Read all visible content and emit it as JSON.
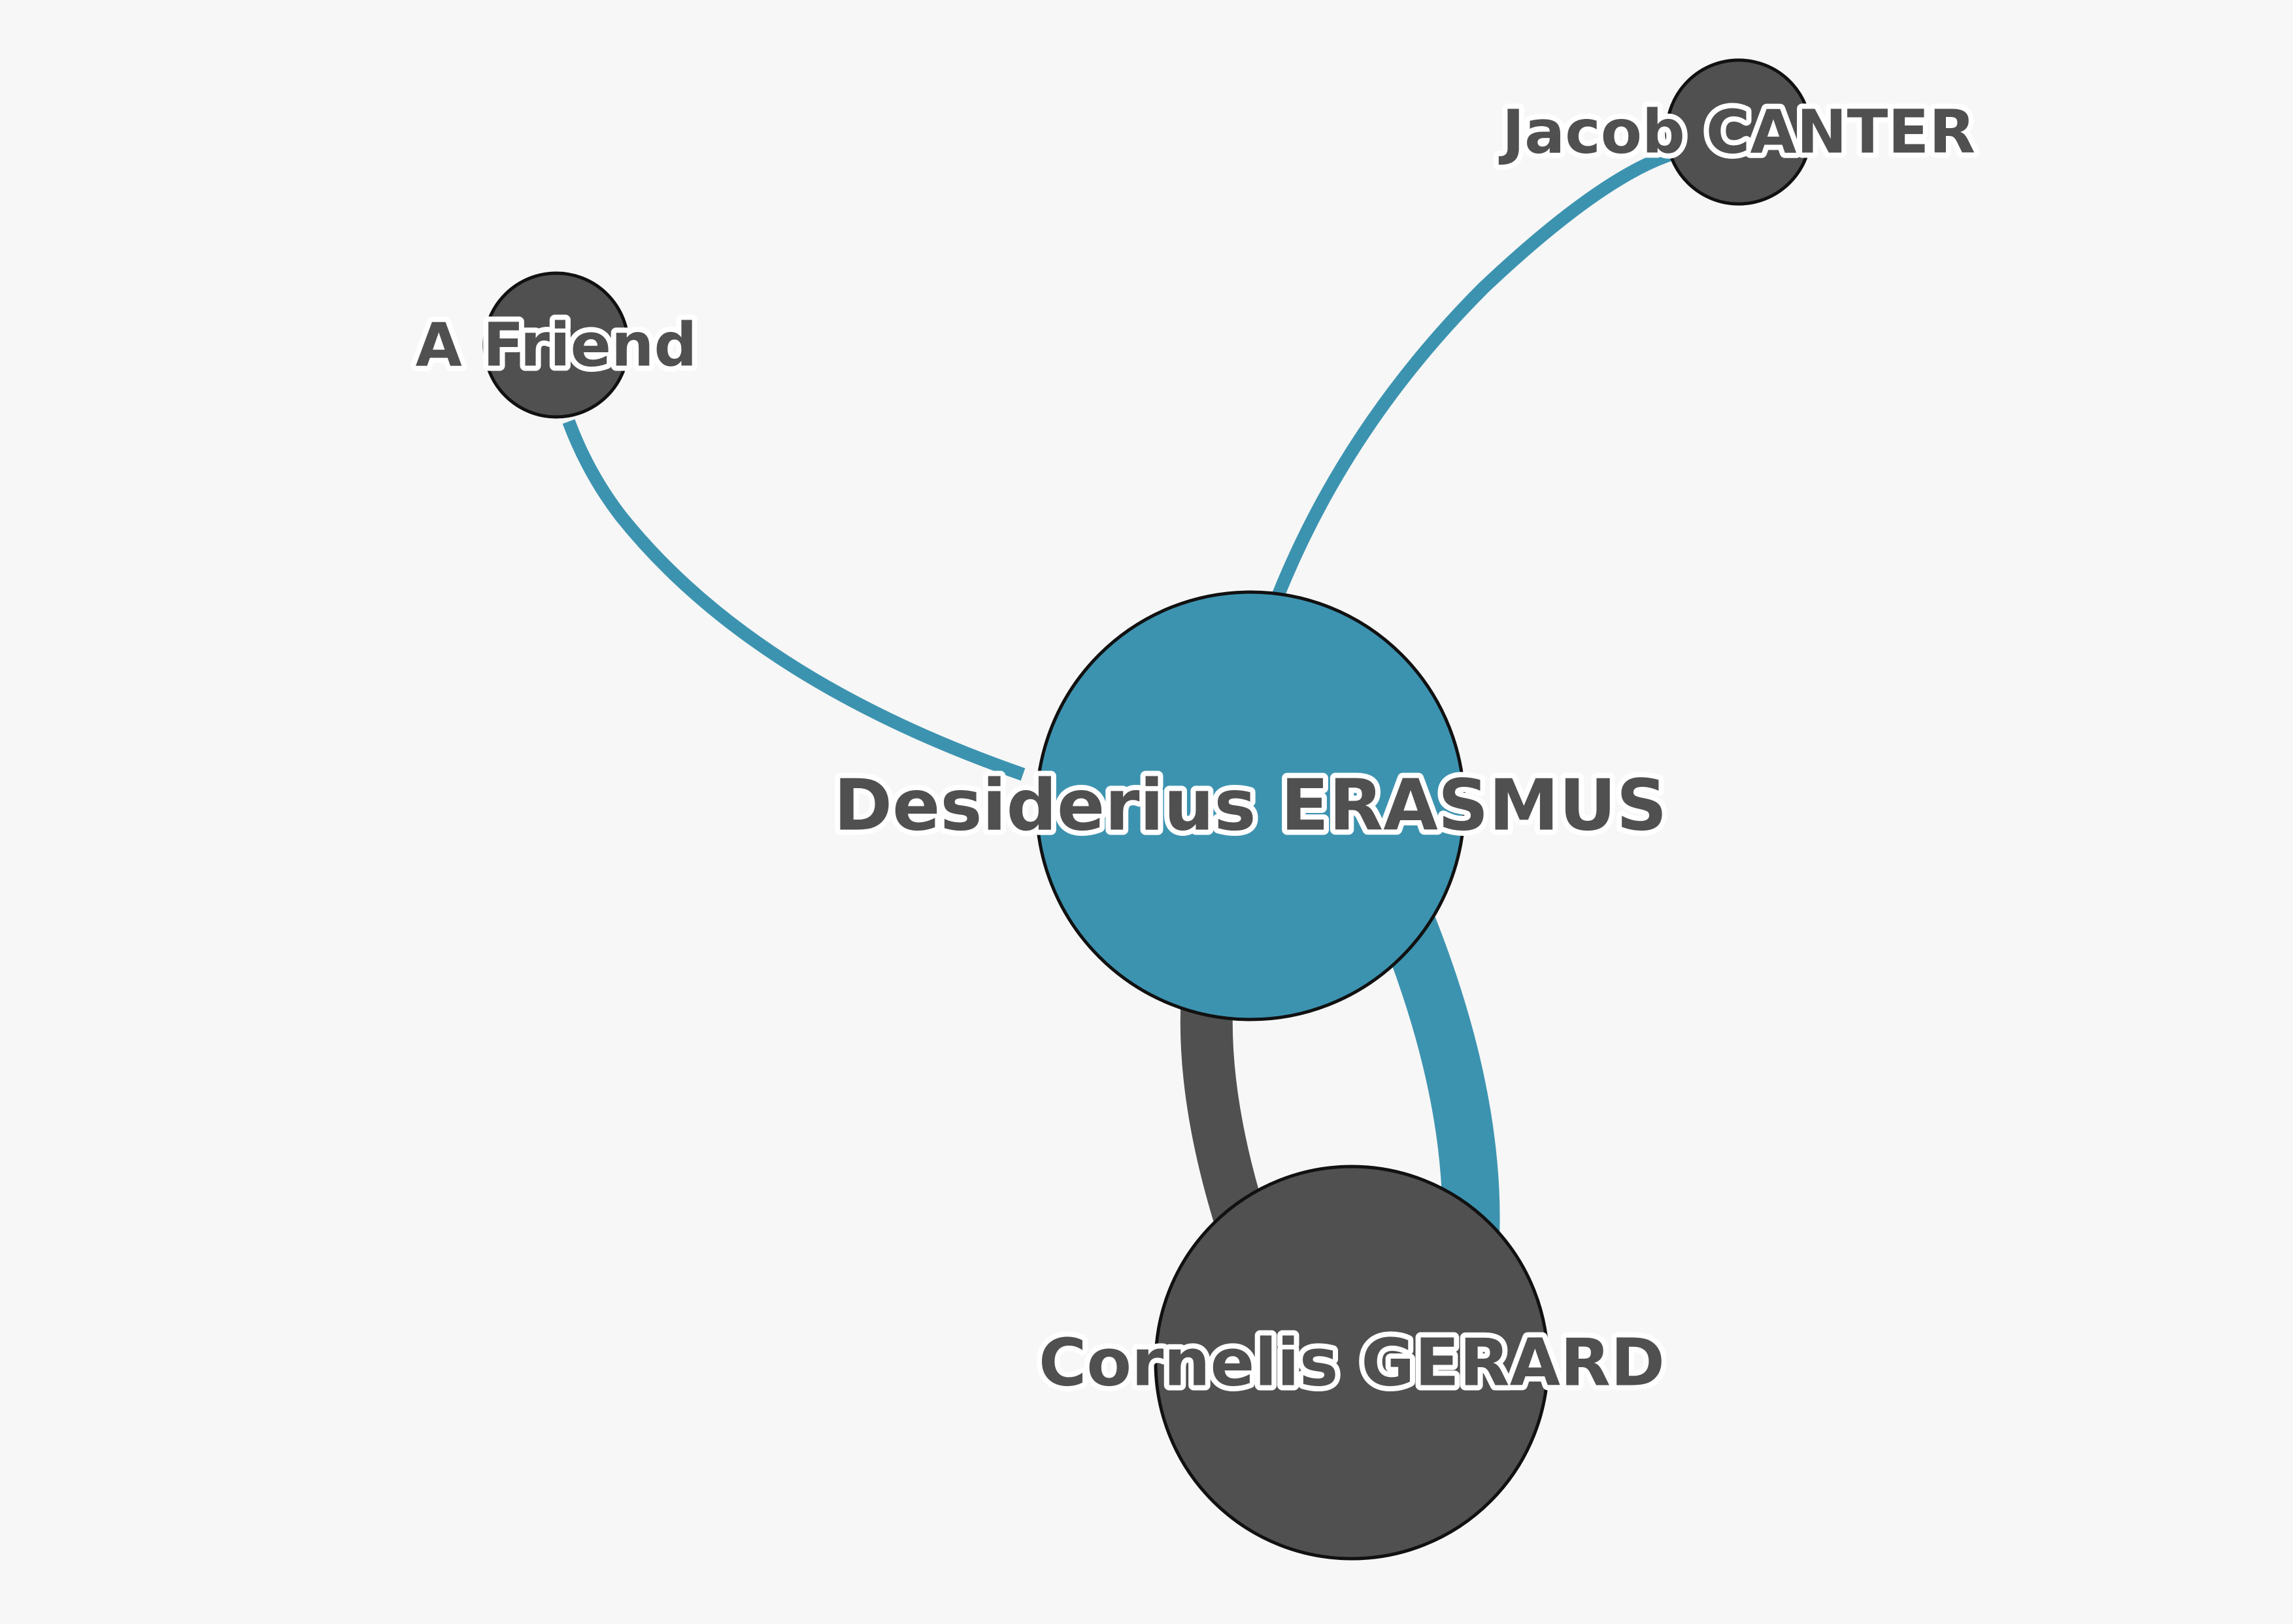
{
  "graph": {
    "colors": {
      "background": "#f7f7f7",
      "primary": "#3c93b0",
      "secondary": "#505050",
      "label_fill": "#505050",
      "label_halo": "#ffffff",
      "node_stroke": "#111111"
    },
    "nodes": [
      {
        "id": "erasmus",
        "label": "Desiderius ERASMUS",
        "color": "primary",
        "size": "large"
      },
      {
        "id": "gerard",
        "label": "Cornelis GERARD",
        "color": "secondary",
        "size": "large"
      },
      {
        "id": "friend",
        "label": "A Friend",
        "color": "secondary",
        "size": "small"
      },
      {
        "id": "canter",
        "label": "Jacob CANTER",
        "color": "secondary",
        "size": "small"
      }
    ],
    "edges": [
      {
        "id": "erasmus-to-gerard",
        "source": "erasmus",
        "target": "gerard",
        "color": "primary",
        "weight": "heavy"
      },
      {
        "id": "gerard-to-erasmus",
        "source": "gerard",
        "target": "erasmus",
        "color": "secondary",
        "weight": "medium"
      },
      {
        "id": "erasmus-to-friend",
        "source": "erasmus",
        "target": "friend",
        "color": "primary",
        "weight": "light"
      },
      {
        "id": "erasmus-to-canter",
        "source": "erasmus",
        "target": "canter",
        "color": "primary",
        "weight": "light"
      }
    ]
  }
}
